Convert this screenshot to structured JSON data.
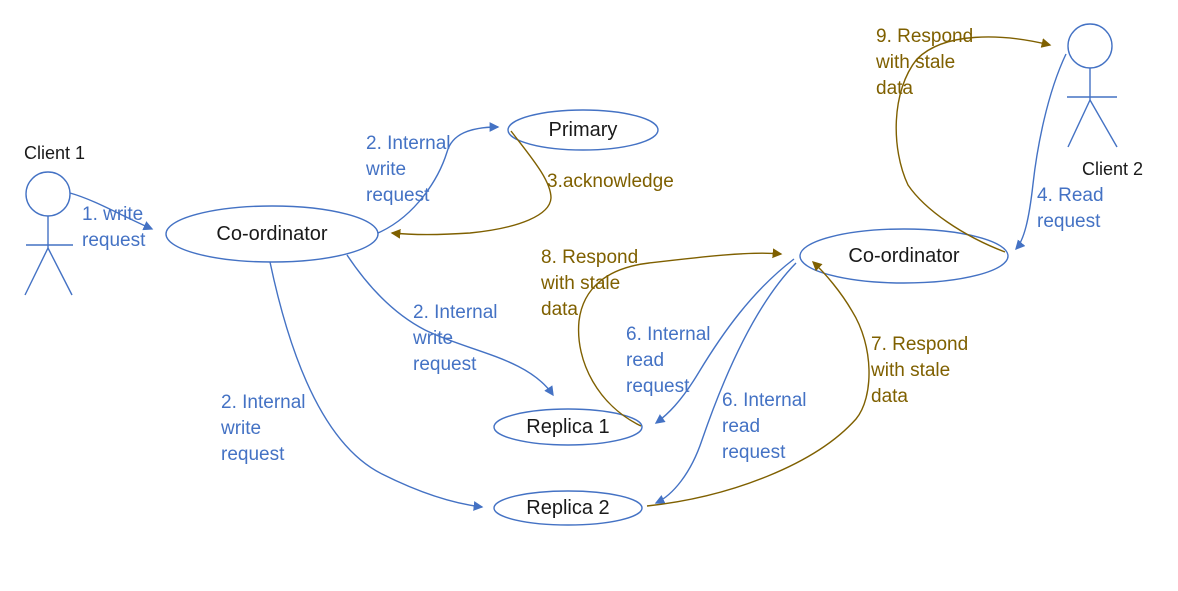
{
  "diagram": {
    "description": "Write and read flow between clients, co-ordinators, primary and replicas",
    "background": "#ffffff",
    "colors": {
      "node_stroke": "#4472C4",
      "request_arrow": "#4472C4",
      "response_arrow": "#7F6000",
      "node_text": "#1a1a1a"
    }
  },
  "nodes": {
    "client1": {
      "label": "Client 1"
    },
    "client2": {
      "label": "Client 2"
    },
    "coordinator_left": {
      "label": "Co-ordinator"
    },
    "coordinator_right": {
      "label": "Co-ordinator"
    },
    "primary": {
      "label": "Primary"
    },
    "replica1": {
      "label": "Replica 1"
    },
    "replica2": {
      "label": "Replica 2"
    }
  },
  "edge_labels": {
    "write_request_1": {
      "lines": [
        "1. write",
        "request"
      ]
    },
    "internal_write_top": {
      "lines": [
        "2. Internal",
        "write",
        "request"
      ]
    },
    "internal_write_mid": {
      "lines": [
        "2. Internal",
        "write",
        "request"
      ]
    },
    "internal_write_bottom": {
      "lines": [
        "2. Internal",
        "write",
        "request"
      ]
    },
    "acknowledge_3": {
      "lines": [
        "3.acknowledge"
      ]
    },
    "read_request_4": {
      "lines": [
        "4. Read",
        "request"
      ]
    },
    "internal_read_6a": {
      "lines": [
        "6. Internal",
        "read",
        "request"
      ]
    },
    "internal_read_6b": {
      "lines": [
        "6. Internal",
        "read",
        "request"
      ]
    },
    "respond_stale_7": {
      "lines": [
        "7. Respond",
        "with stale",
        "data"
      ]
    },
    "respond_stale_8": {
      "lines": [
        "8. Respond",
        "with stale",
        "data"
      ]
    },
    "respond_stale_9": {
      "lines": [
        "9. Respond",
        "with stale",
        "data"
      ]
    }
  }
}
